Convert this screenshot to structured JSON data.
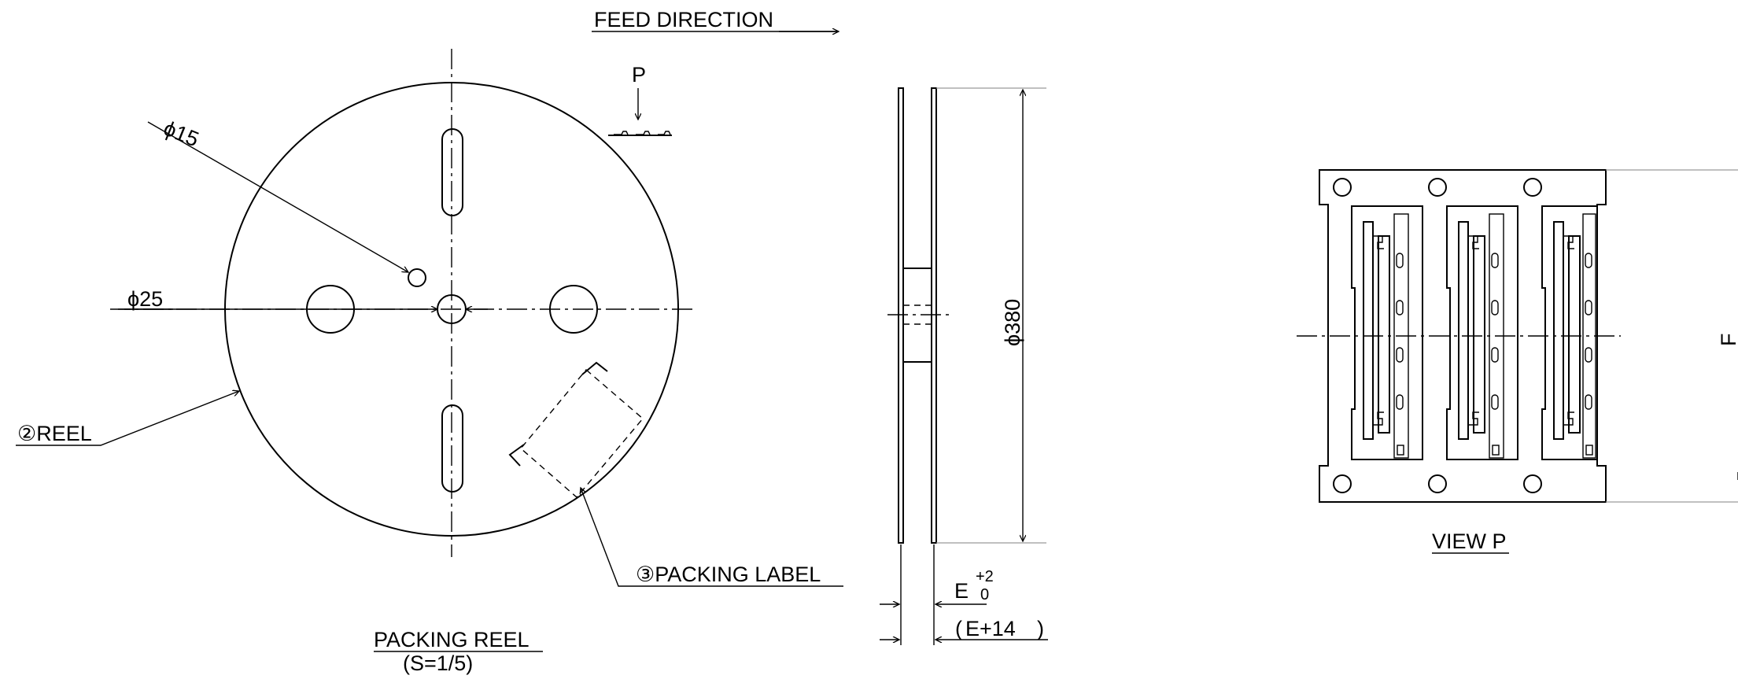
{
  "labels": {
    "feed_direction": "FEED DIRECTION",
    "p": "P",
    "dia15": "ϕ15",
    "dia25": "ϕ25",
    "reel": "②REEL",
    "packing_label": "③PACKING LABEL",
    "packing_reel": "PACKING REEL",
    "scale": "(S=1/5)",
    "dia380": "ϕ380",
    "e": "E",
    "tol_plus": "+2",
    "tol_zero": "0",
    "e_plus_14_open": "(",
    "e_plus_14": "E+14",
    "e_plus_14_close": ")",
    "view_p": "VIEW P",
    "f": "F"
  }
}
